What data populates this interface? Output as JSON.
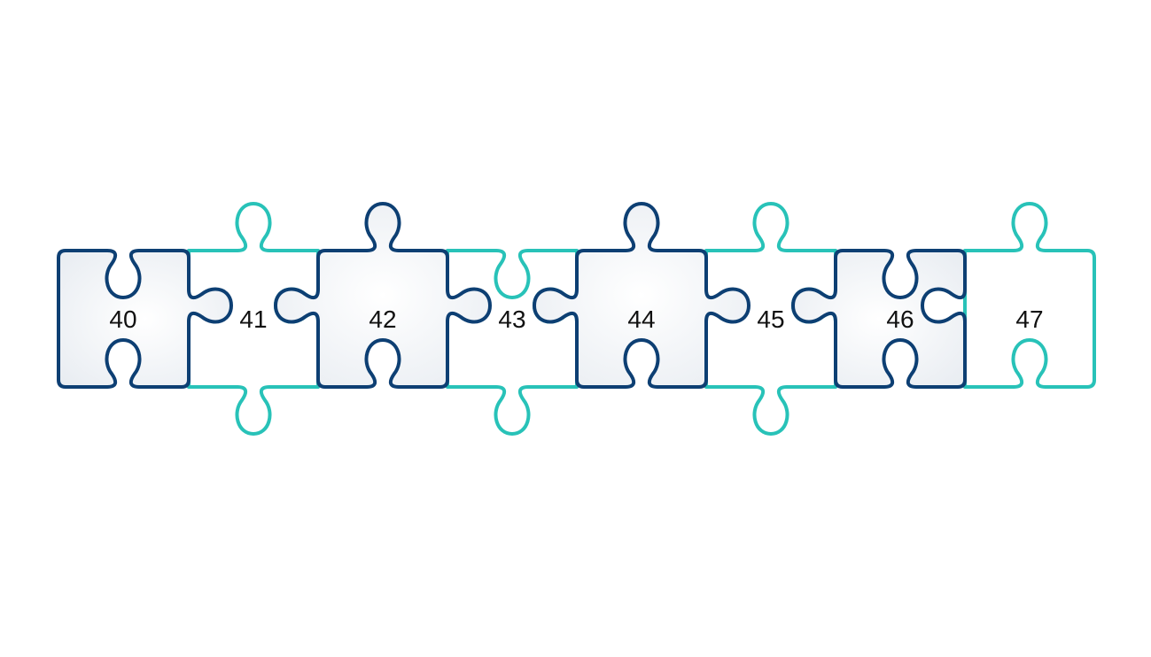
{
  "diagram": {
    "type": "puzzle-chain",
    "pieces": [
      {
        "label": "40",
        "style": "dark"
      },
      {
        "label": "41",
        "style": "teal"
      },
      {
        "label": "42",
        "style": "dark"
      },
      {
        "label": "43",
        "style": "teal"
      },
      {
        "label": "44",
        "style": "dark"
      },
      {
        "label": "45",
        "style": "teal"
      },
      {
        "label": "46",
        "style": "dark"
      },
      {
        "label": "47",
        "style": "teal"
      }
    ],
    "colors": {
      "dark_stroke": "#0d3f73",
      "teal_stroke": "#28c2b8",
      "dark_fill_center": "#ffffff",
      "dark_fill_edge": "#e9edf2",
      "teal_fill": "#ffffff"
    }
  }
}
